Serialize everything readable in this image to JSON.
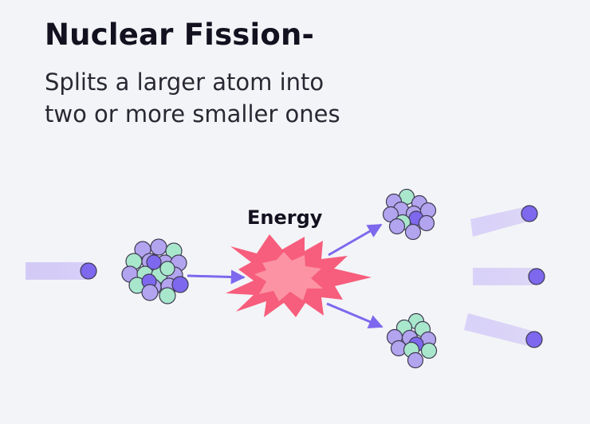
{
  "title": "Nuclear Fission-",
  "subtitle_lines": [
    "Splits a larger atom into",
    "two or more smaller ones"
  ],
  "energy_label": "Energy",
  "colors": {
    "background": "#f3f4f7",
    "proton": "#b3a4ef",
    "proton_dark": "#7d68ee",
    "neutron": "#a9e7cd",
    "neutron_ball": "#7d68ee",
    "arrow": "#7d68ee",
    "trail": "#cdc4f7",
    "burst_outer": "#f75d7c",
    "burst_inner": "#fb93a5",
    "outline": "#3e3b52"
  }
}
